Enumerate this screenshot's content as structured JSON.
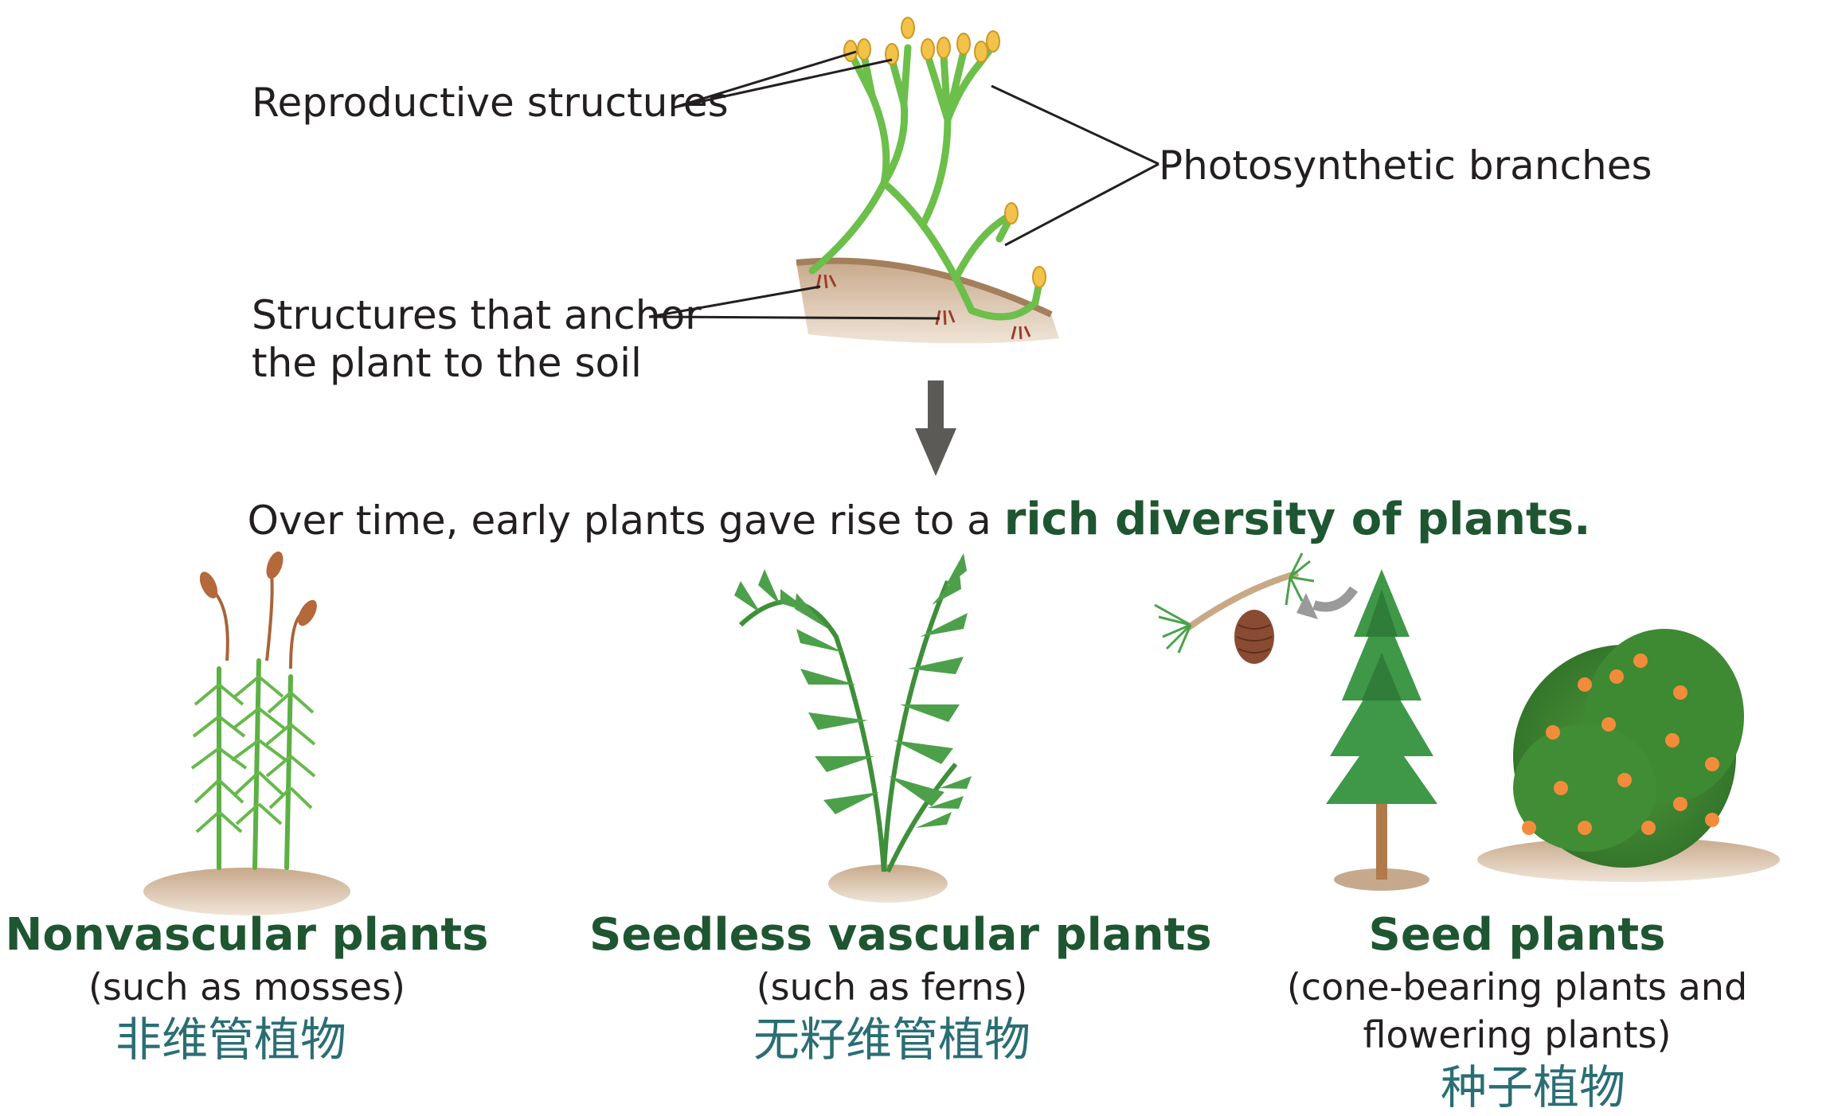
{
  "top_labels": {
    "reproductive": "Reproductive structures",
    "photosynthetic": "Photosynthetic branches",
    "anchor_line1": "Structures that anchor",
    "anchor_line2": "the plant to the soil"
  },
  "caption": {
    "lead": "Over time, early plants gave rise to a ",
    "highlight": "rich diversity of plants."
  },
  "categories": [
    {
      "title": "Nonvascular plants",
      "subtitle": "(such as mosses)",
      "chinese": "非维管植物"
    },
    {
      "title": "Seedless vascular plants",
      "subtitle": "(such as ferns)",
      "chinese": "无籽维管植物"
    },
    {
      "title": "Seed plants",
      "subtitle_line1": "(cone-bearing plants and",
      "subtitle_line2": "flowering plants)",
      "chinese": "种子植物"
    }
  ],
  "colors": {
    "title_green": "#1e5631",
    "chinese_teal": "#2a6e74",
    "stem_green": "#6cbf4a",
    "tip_yellow": "#f2c24b",
    "soil": "#d9c3a8",
    "arrow": "#5b5a56"
  }
}
